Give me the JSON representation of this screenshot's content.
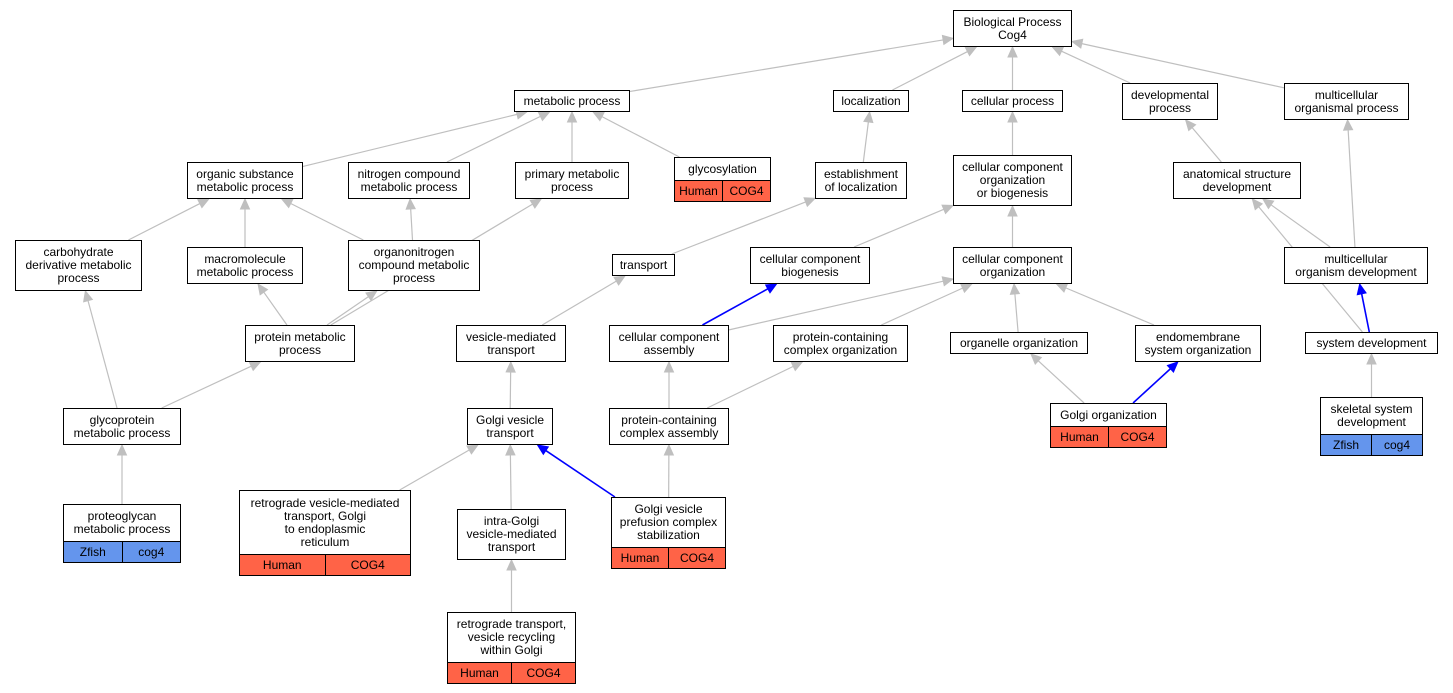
{
  "colors": {
    "edge_gray": "#bfbfbf",
    "edge_blue": "#0000ff",
    "human": "#ff6347",
    "zfish": "#6495ed"
  },
  "nodes": {
    "bp": {
      "label": "Biological Process\nCog4"
    },
    "metabolic": {
      "label": "metabolic process"
    },
    "localization": {
      "label": "localization"
    },
    "cellular_process": {
      "label": "cellular process"
    },
    "developmental": {
      "label": "developmental\nprocess"
    },
    "multicellular_proc": {
      "label": "multicellular\norganismal process"
    },
    "organic_subst": {
      "label": "organic substance\nmetabolic process"
    },
    "nitrogen": {
      "label": "nitrogen compound\nmetabolic process"
    },
    "primary": {
      "label": "primary metabolic\nprocess"
    },
    "glycosylation": {
      "label": "glycosylation",
      "annotation": [
        "Human",
        "COG4"
      ],
      "species": "human"
    },
    "establishment": {
      "label": "establishment\nof localization"
    },
    "ccob": {
      "label": "cellular component\norganization\nor biogenesis"
    },
    "anatomical": {
      "label": "anatomical structure\ndevelopment"
    },
    "carbohydrate": {
      "label": "carbohydrate\nderivative metabolic\nprocess"
    },
    "macromolecule": {
      "label": "macromolecule\nmetabolic process"
    },
    "organonitrogen": {
      "label": "organonitrogen\ncompound metabolic\nprocess"
    },
    "transport": {
      "label": "transport"
    },
    "cc_biogenesis": {
      "label": "cellular component\nbiogenesis"
    },
    "cc_org": {
      "label": "cellular component\norganization"
    },
    "mc_dev": {
      "label": "multicellular\norganism development"
    },
    "protein_met": {
      "label": "protein metabolic\nprocess"
    },
    "vesicle_mediated": {
      "label": "vesicle-mediated\ntransport"
    },
    "cc_assembly": {
      "label": "cellular component\nassembly"
    },
    "pc_org": {
      "label": "protein-containing\ncomplex organization"
    },
    "organelle_org": {
      "label": "organelle organization"
    },
    "endomembrane": {
      "label": "endomembrane\nsystem organization"
    },
    "system_dev": {
      "label": "system development"
    },
    "glycoprotein": {
      "label": "glycoprotein\nmetabolic process"
    },
    "golgi_vt": {
      "label": "Golgi vesicle\ntransport"
    },
    "pc_assembly": {
      "label": "protein-containing\ncomplex assembly"
    },
    "golgi_org": {
      "label": "Golgi organization",
      "annotation": [
        "Human",
        "COG4"
      ],
      "species": "human"
    },
    "skeletal": {
      "label": "skeletal system\ndevelopment",
      "annotation": [
        "Zfish",
        "cog4"
      ],
      "species": "zfish"
    },
    "proteoglycan": {
      "label": "proteoglycan\nmetabolic process",
      "annotation": [
        "Zfish",
        "cog4"
      ],
      "species": "zfish"
    },
    "retro_er": {
      "label": "retrograde vesicle-mediated\ntransport, Golgi\nto endoplasmic\nreticulum",
      "annotation": [
        "Human",
        "COG4"
      ],
      "species": "human"
    },
    "intra_golgi": {
      "label": "intra-Golgi\nvesicle-mediated\ntransport"
    },
    "golgi_prefusion": {
      "label": "Golgi vesicle\nprefusion complex\nstabilization",
      "annotation": [
        "Human",
        "COG4"
      ],
      "species": "human"
    },
    "retro_recycling": {
      "label": "retrograde transport,\nvesicle recycling\nwithin Golgi",
      "annotation": [
        "Human",
        "COG4"
      ],
      "species": "human"
    }
  },
  "edges": [
    [
      "metabolic",
      "bp",
      "gray"
    ],
    [
      "localization",
      "bp",
      "gray"
    ],
    [
      "cellular_process",
      "bp",
      "gray"
    ],
    [
      "developmental",
      "bp",
      "gray"
    ],
    [
      "multicellular_proc",
      "bp",
      "gray"
    ],
    [
      "organic_subst",
      "metabolic",
      "gray"
    ],
    [
      "nitrogen",
      "metabolic",
      "gray"
    ],
    [
      "primary",
      "metabolic",
      "gray"
    ],
    [
      "glycosylation",
      "metabolic",
      "gray"
    ],
    [
      "establishment",
      "localization",
      "gray"
    ],
    [
      "ccob",
      "cellular_process",
      "gray"
    ],
    [
      "anatomical",
      "developmental",
      "gray"
    ],
    [
      "mc_dev",
      "multicellular_proc",
      "gray"
    ],
    [
      "carbohydrate",
      "organic_subst",
      "gray"
    ],
    [
      "macromolecule",
      "organic_subst",
      "gray"
    ],
    [
      "organonitrogen",
      "organic_subst",
      "gray"
    ],
    [
      "organonitrogen",
      "nitrogen",
      "gray"
    ],
    [
      "protein_met",
      "primary",
      "gray"
    ],
    [
      "transport",
      "establishment",
      "gray"
    ],
    [
      "cc_biogenesis",
      "ccob",
      "gray"
    ],
    [
      "cc_org",
      "ccob",
      "gray"
    ],
    [
      "mc_dev",
      "anatomical",
      "gray"
    ],
    [
      "system_dev",
      "anatomical",
      "gray"
    ],
    [
      "protein_met",
      "macromolecule",
      "gray"
    ],
    [
      "protein_met",
      "organonitrogen",
      "gray"
    ],
    [
      "vesicle_mediated",
      "transport",
      "gray"
    ],
    [
      "cc_assembly",
      "cc_biogenesis",
      "blue"
    ],
    [
      "cc_assembly",
      "cc_org",
      "gray"
    ],
    [
      "pc_org",
      "cc_org",
      "gray"
    ],
    [
      "organelle_org",
      "cc_org",
      "gray"
    ],
    [
      "endomembrane",
      "cc_org",
      "gray"
    ],
    [
      "system_dev",
      "mc_dev",
      "blue"
    ],
    [
      "glycoprotein",
      "carbohydrate",
      "gray"
    ],
    [
      "glycoprotein",
      "protein_met",
      "gray"
    ],
    [
      "golgi_vt",
      "vesicle_mediated",
      "gray"
    ],
    [
      "pc_assembly",
      "cc_assembly",
      "gray"
    ],
    [
      "pc_assembly",
      "pc_org",
      "gray"
    ],
    [
      "golgi_org",
      "organelle_org",
      "gray"
    ],
    [
      "golgi_org",
      "endomembrane",
      "blue"
    ],
    [
      "skeletal",
      "system_dev",
      "gray"
    ],
    [
      "proteoglycan",
      "glycoprotein",
      "gray"
    ],
    [
      "retro_er",
      "golgi_vt",
      "gray"
    ],
    [
      "intra_golgi",
      "golgi_vt",
      "gray"
    ],
    [
      "golgi_prefusion",
      "golgi_vt",
      "blue"
    ],
    [
      "golgi_prefusion",
      "pc_assembly",
      "gray"
    ],
    [
      "retro_recycling",
      "intra_golgi",
      "gray"
    ]
  ]
}
